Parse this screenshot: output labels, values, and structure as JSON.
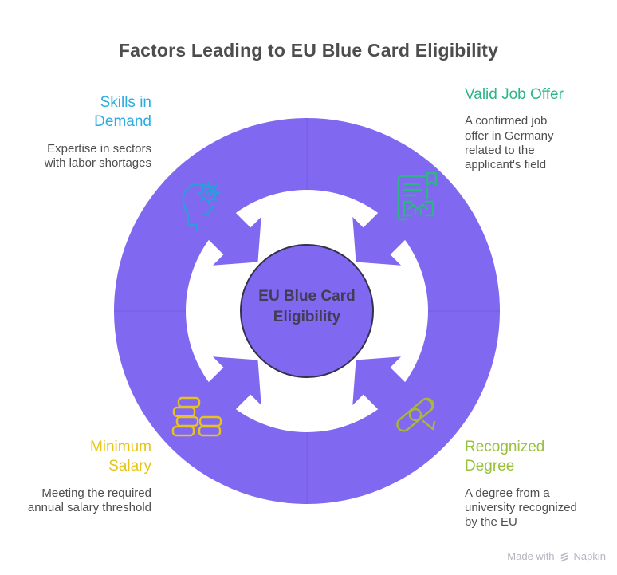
{
  "title": "Factors Leading to EU Blue Card Eligibility",
  "diagram": {
    "type": "cycle-hub",
    "center_label": "EU Blue Card Eligibility",
    "ring_color": "#8168f0",
    "center_fill": "#8168f0",
    "center_outline": "#34314a",
    "arrow_color": "#8168f0"
  },
  "factors": [
    {
      "position": "top-left",
      "heading": "Skills in Demand",
      "description": "Expertise in sectors with labor shortages",
      "accent_color": "#2bace2",
      "icon": "head-gear-icon",
      "icon_color": "#2e9bdb"
    },
    {
      "position": "top-right",
      "heading": "Valid Job Offer",
      "description": "A confirmed job offer in Germany related to the applicant's field",
      "accent_color": "#2eb584",
      "icon": "contract-handshake-icon",
      "icon_color": "#2eb584"
    },
    {
      "position": "bottom-left",
      "heading": "Minimum Salary",
      "description": "Meeting the required annual salary threshold",
      "accent_color": "#e6c517",
      "icon": "coin-stacks-icon",
      "icon_color": "#e8c21f"
    },
    {
      "position": "bottom-right",
      "heading": "Recognized Degree",
      "description": "A degree from a university recognized by the EU",
      "accent_color": "#98c13d",
      "icon": "diploma-icon",
      "icon_color": "#a9b63c"
    }
  ],
  "watermark": {
    "prefix": "Made with",
    "brand": "Napkin"
  }
}
